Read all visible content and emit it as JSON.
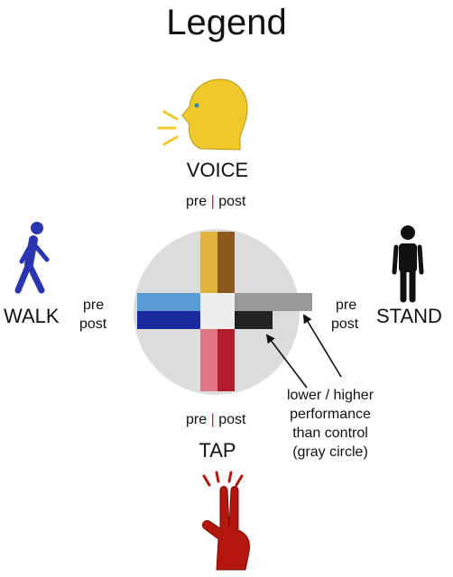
{
  "title": "Legend",
  "categories": {
    "voice": "VOICE",
    "walk": "WALK",
    "stand": "STAND",
    "tap": "TAP"
  },
  "pre_post": {
    "pre": "pre",
    "post": "post",
    "divider": "|"
  },
  "annotation": {
    "line1": "lower / higher",
    "line2": "performance",
    "line3": "than control",
    "line4": "(gray circle)"
  },
  "colors": {
    "control_circle": "#dcdcdc",
    "center_square": "#eeeeee",
    "voice_pre": "#e2b33a",
    "voice_post": "#8c5a1c",
    "walk_pre": "#5b9bd5",
    "walk_post": "#1a2a9c",
    "stand_pre": "#999999",
    "stand_post": "#222222",
    "tap_pre": "#e07585",
    "tap_post": "#b01e2e",
    "voice_icon": "#efc92a",
    "walk_icon": "#2a36b0",
    "stand_icon": "#111111",
    "tap_icon": "#b3160d"
  },
  "icons": {
    "voice": "speaking-head-icon",
    "walk": "walking-person-icon",
    "stand": "standing-person-icon",
    "tap": "two-finger-tap-hand-icon"
  }
}
